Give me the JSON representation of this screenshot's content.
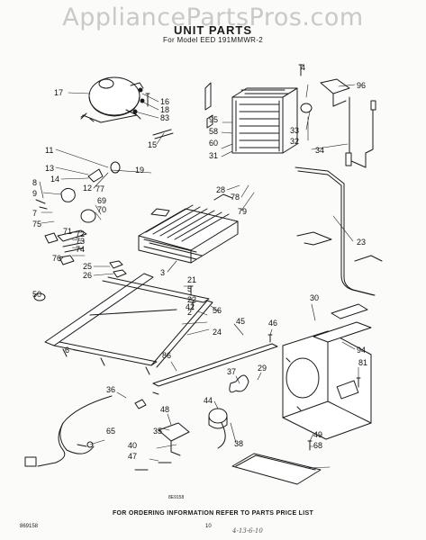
{
  "watermark": "AppliancePartsPros.com",
  "title": "UNIT PARTS",
  "subtitle": "For Model EED 191MMWR-2",
  "footer_text": "FOR ORDERING INFORMATION REFER TO PARTS PRICE LIST",
  "catalog_number": "869158",
  "illustration_number": "8E9158",
  "page_number": "10",
  "handwritten_note": "4-13-6-10",
  "callouts": [
    "17",
    "16",
    "18",
    "83",
    "11",
    "13",
    "14",
    "12",
    "8",
    "77",
    "19",
    "15",
    "9",
    "7",
    "75",
    "71",
    "72",
    "73",
    "74",
    "76",
    "25",
    "26",
    "69",
    "70",
    "50",
    "95",
    "58",
    "60",
    "31",
    "4",
    "96",
    "33",
    "32",
    "34",
    "28",
    "78",
    "79",
    "23",
    "3",
    "21",
    "5",
    "22",
    "2",
    "42",
    "56",
    "24",
    "45",
    "30",
    "46",
    "6",
    "94",
    "86",
    "37",
    "29",
    "81",
    "36",
    "44",
    "48",
    "38",
    "35",
    "65",
    "40",
    "47",
    "49",
    "68"
  ]
}
